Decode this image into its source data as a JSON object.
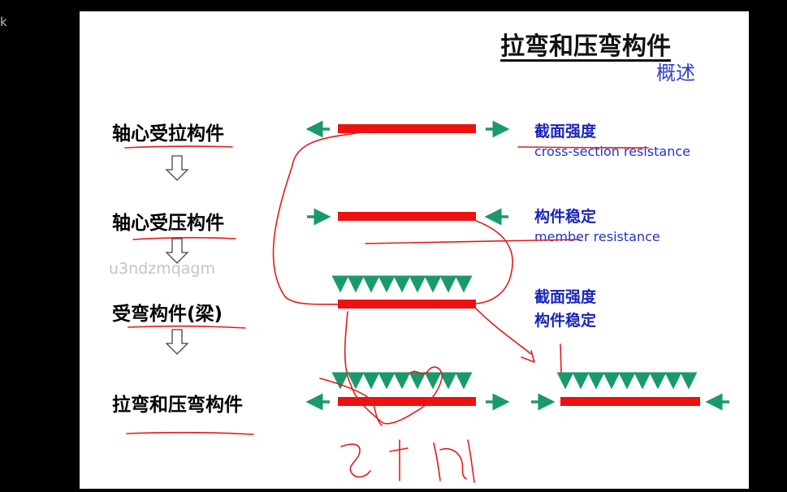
{
  "edge_mark": "k",
  "slide": {
    "title": "拉弯和压弯构件",
    "subtitle": "概述"
  },
  "members": [
    {
      "label": "轴心受拉构件"
    },
    {
      "label": "轴心受压构件"
    },
    {
      "label": "受弯构件(梁)"
    },
    {
      "label": "拉弯和压弯构件"
    }
  ],
  "annotations": {
    "tension": {
      "cn": "截面强度",
      "en": "cross-section resistance"
    },
    "compression": {
      "cn": "构件稳定",
      "en": "member resistance"
    },
    "bending_strength": "截面强度",
    "bending_stability": "构件稳定"
  },
  "watermark": "u3ndzmqagm",
  "colors": {
    "beam": "#ee1111",
    "arrow": "#1a9a6a",
    "label_blue": "#1a24b8",
    "ink": "#e41b1b",
    "background": "#000000"
  }
}
